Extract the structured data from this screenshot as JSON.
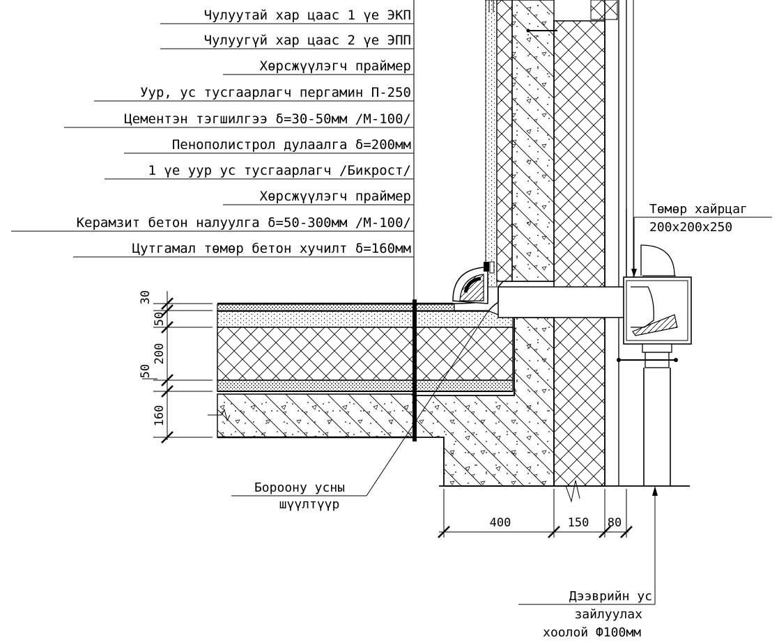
{
  "layers": [
    "Чулуутай хар цаас 1 үе ЭКП",
    "Чулуугүй хар цаас 2 үе ЭПП",
    "Хөрсжүүлэгч праймер",
    "Уур, ус тусгаарлагч пергамин П-250",
    "Цементэн тэгшилгээ δ=30-50мм /М-100/",
    "Пенополистрол дулаалга δ=200мм",
    "1 үе уур ус тусгаарлагч /Бикрост/",
    "Хөрсжүүлэгч праймер",
    "Керамзит бетон налуулга δ=50-300мм /М-100/",
    "Цутгамал төмөр бетон хучилт δ=160мм"
  ],
  "vertical_dims": [
    "30",
    "50",
    "200",
    "50",
    "160"
  ],
  "horizontal_dims": [
    "400",
    "150",
    "80"
  ],
  "notes": {
    "box_line1": "Төмөр хайрцаг",
    "box_line2": "200x200x250",
    "drain_line1": "Бороонy усны",
    "drain_line2": "шүүлтүүр",
    "pipe_line1": "Дээврийн ус",
    "pipe_line2": "зайлуулах",
    "pipe_line3": "хоолой Ф100мм"
  }
}
